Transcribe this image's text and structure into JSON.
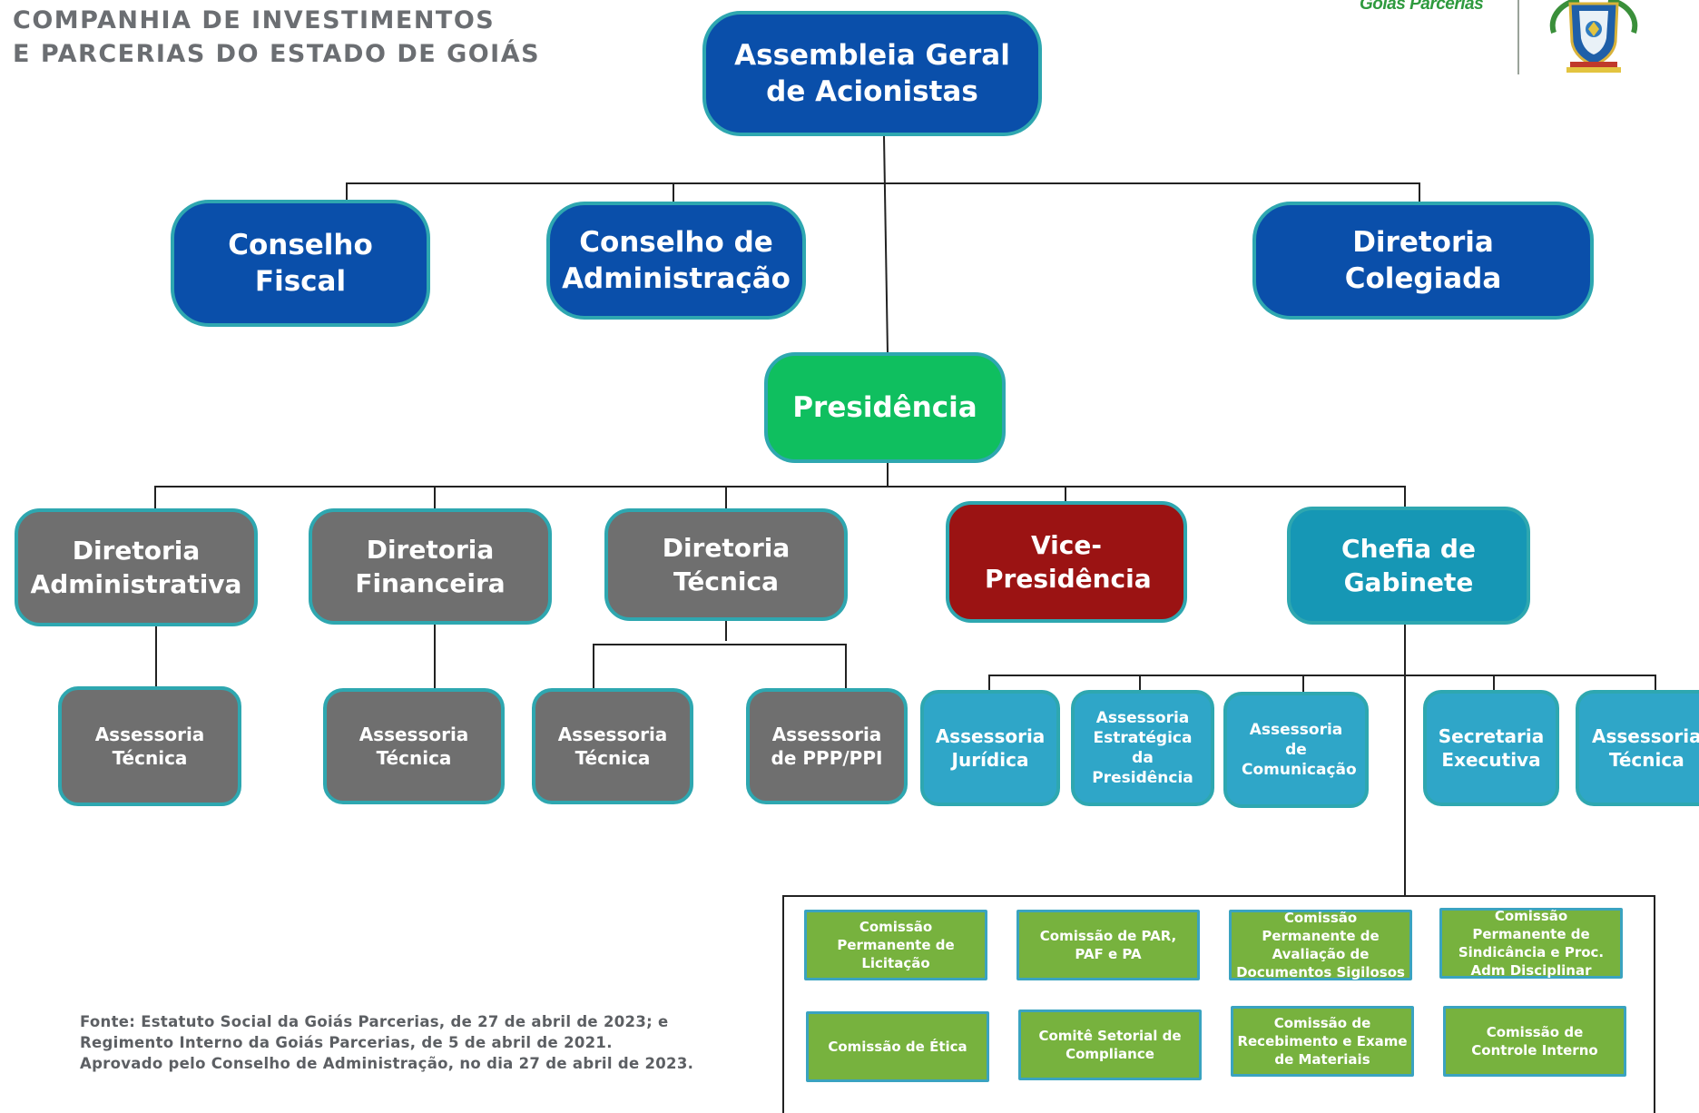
{
  "header": {
    "org_name_line1": "COMPANHIA DE INVESTIMENTOS",
    "org_name_line2": "E PARCERIAS DO ESTADO DE GOIÁS",
    "logo_text": "Goiás Parcerias"
  },
  "top": {
    "assembleia": "Assembleia Geral de Acionistas"
  },
  "councils": {
    "fiscal": "Conselho Fiscal",
    "administracao": "Conselho de Administração",
    "colegiada": "Diretoria Colegiada"
  },
  "presidencia": "Presidência",
  "directorates": {
    "administrativa": "Diretoria Administrativa",
    "financeira": "Diretoria Financeira",
    "tecnica": "Diretoria Técnica",
    "vice": "Vice-Presidência",
    "chefia": "Chefia de Gabinete"
  },
  "advisories": {
    "adm_tecnica": "Assessoria Técnica",
    "fin_tecnica": "Assessoria Técnica",
    "tec_tecnica": "Assessoria Técnica",
    "tec_ppp": "Assessoria de PPP/PPI",
    "juridica": "Assessoria Jurídica",
    "estrategica": "Assessoria Estratégica da Presidência",
    "comunicacao": "Assessoria de Comunicação",
    "secretaria": "Secretaria Executiva",
    "chefia_tecnica": "Assessoria Técnica"
  },
  "commissions": {
    "licitacao": "Comissão Permanente de Licitação",
    "par": "Comissão de PAR, PAF e PA",
    "sigilosos": "Comissão Permanente de Avaliação de Documentos Sigilosos",
    "sindicancia": "Comissão Permanente de Sindicância e Proc. Adm Disciplinar",
    "etica": "Comissão de Ética",
    "compliance": "Comitê Setorial de Compliance",
    "recebimento": "Comissão de Recebimento e Exame de Materiais",
    "controle": "Comissão de Controle Interno"
  },
  "footnote": {
    "line1": "Fonte: Estatuto Social da Goiás Parcerias, de 27 de abril de 2023; e",
    "line2": "Regimento Interno da Goiás Parcerias, de 5 de abril de 2021.",
    "line3": "Aprovado pelo Conselho de Administração, no dia 27 de abril de 2023."
  },
  "colors": {
    "council_blue": "#0a4faa",
    "presidency_green": "#0fbf5f",
    "directorate_gray": "#6f6f6f",
    "vice_red": "#9b1313",
    "cabinet_teal": "#1697b5",
    "advisory_teal": "#2fa6c8",
    "commission_lime": "#77b23e",
    "border_aqua": "#2ea7b0"
  },
  "icons": {
    "crest": "state-coat-of-arms-icon"
  }
}
